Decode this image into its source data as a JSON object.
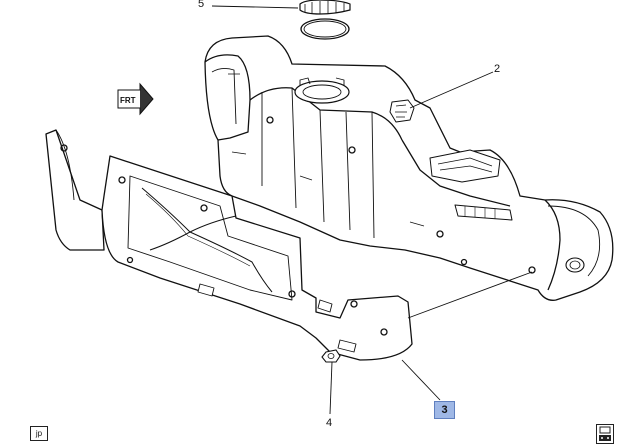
{
  "diagram": {
    "callouts": {
      "c2": "2",
      "c3": "3",
      "c4": "4",
      "c5": "5"
    },
    "highlight_color": "#9fb8e6",
    "front_arrow_text": "FRT",
    "region_badge": "jp",
    "corner_icon": "vehicle-info-icon"
  }
}
